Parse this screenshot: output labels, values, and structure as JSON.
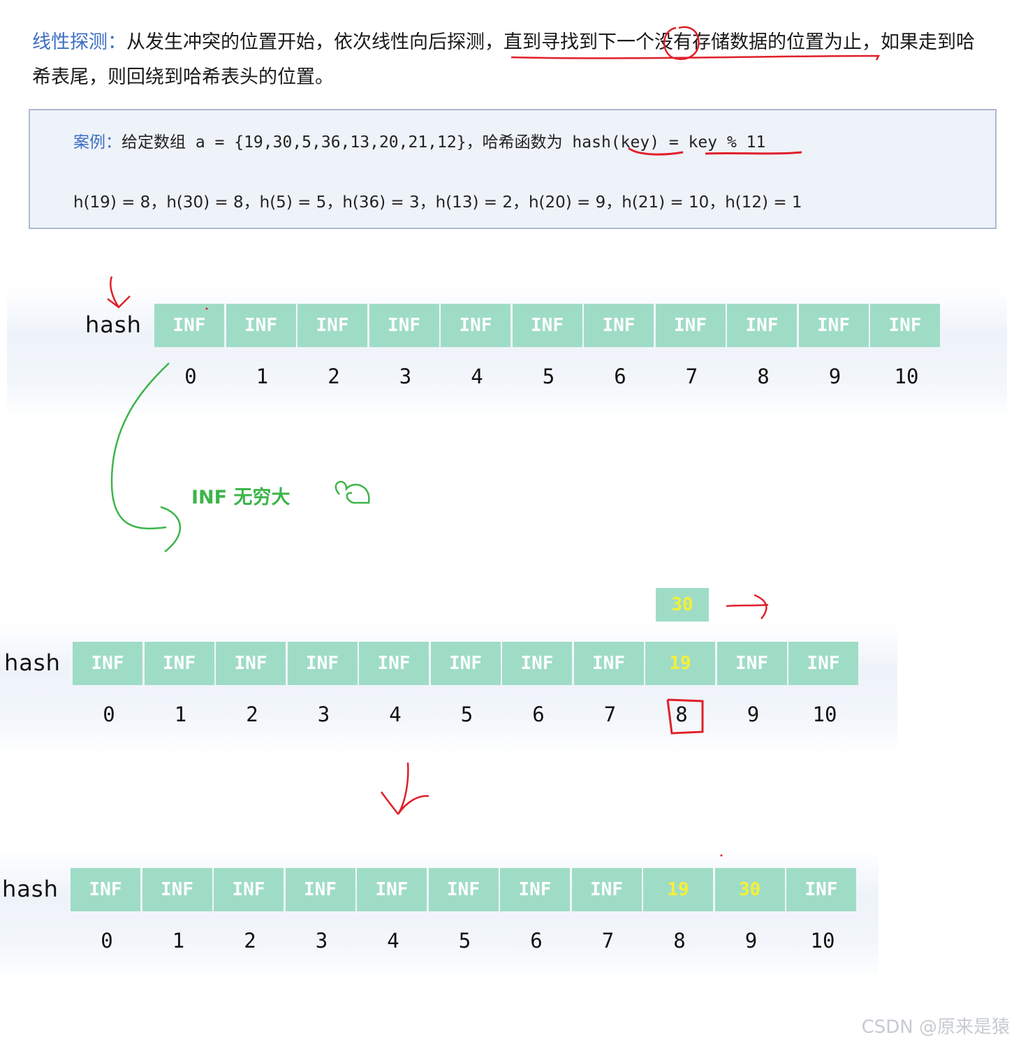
{
  "intro": {
    "term": "线性探测：",
    "text_before_underline": "从发生冲突的位置开始，依次线性向后探测，",
    "text_underlined": "直到寻找到下一个没有存储数据的位置为止，",
    "text_after": "如果走到哈希表尾，则回绕到哈希表头的位置。"
  },
  "example": {
    "term": "案例：",
    "given": "给定数组 a = {19,30,5,36,13,20,21,12}，哈希函数为 hash(key) = key % 11",
    "hash_values": "h(19) = 8，h(30) = 8，h(5) = 5，h(36) = 3，h(13) = 2，h(20) = 9，h(21) = 10，h(12) = 1"
  },
  "tables": [
    {
      "label": "hash",
      "cells": [
        "INF",
        "INF",
        "INF",
        "INF",
        "INF",
        "INF",
        "INF",
        "INF",
        "INF",
        "INF",
        "INF"
      ],
      "indices": [
        "0",
        "1",
        "2",
        "3",
        "4",
        "5",
        "6",
        "7",
        "8",
        "9",
        "10"
      ]
    },
    {
      "label": "hash",
      "cells": [
        "INF",
        "INF",
        "INF",
        "INF",
        "INF",
        "INF",
        "INF",
        "INF",
        "19",
        "INF",
        "INF"
      ],
      "indices": [
        "0",
        "1",
        "2",
        "3",
        "4",
        "5",
        "6",
        "7",
        "8",
        "9",
        "10"
      ],
      "incoming": "30"
    },
    {
      "label": "hash",
      "cells": [
        "INF",
        "INF",
        "INF",
        "INF",
        "INF",
        "INF",
        "INF",
        "INF",
        "19",
        "30",
        "INF"
      ],
      "indices": [
        "0",
        "1",
        "2",
        "3",
        "4",
        "5",
        "6",
        "7",
        "8",
        "9",
        "10"
      ]
    }
  ],
  "note": "INF 无穷大",
  "watermark": "CSDN @原来是猿",
  "colors": {
    "cell_bg": "#9fdcc6",
    "cell_text": "#ffffff",
    "filled_text": "#f5f036",
    "term_blue": "#3d6fc4",
    "ink_red": "#e0202a",
    "ink_green": "#3cb54a"
  }
}
